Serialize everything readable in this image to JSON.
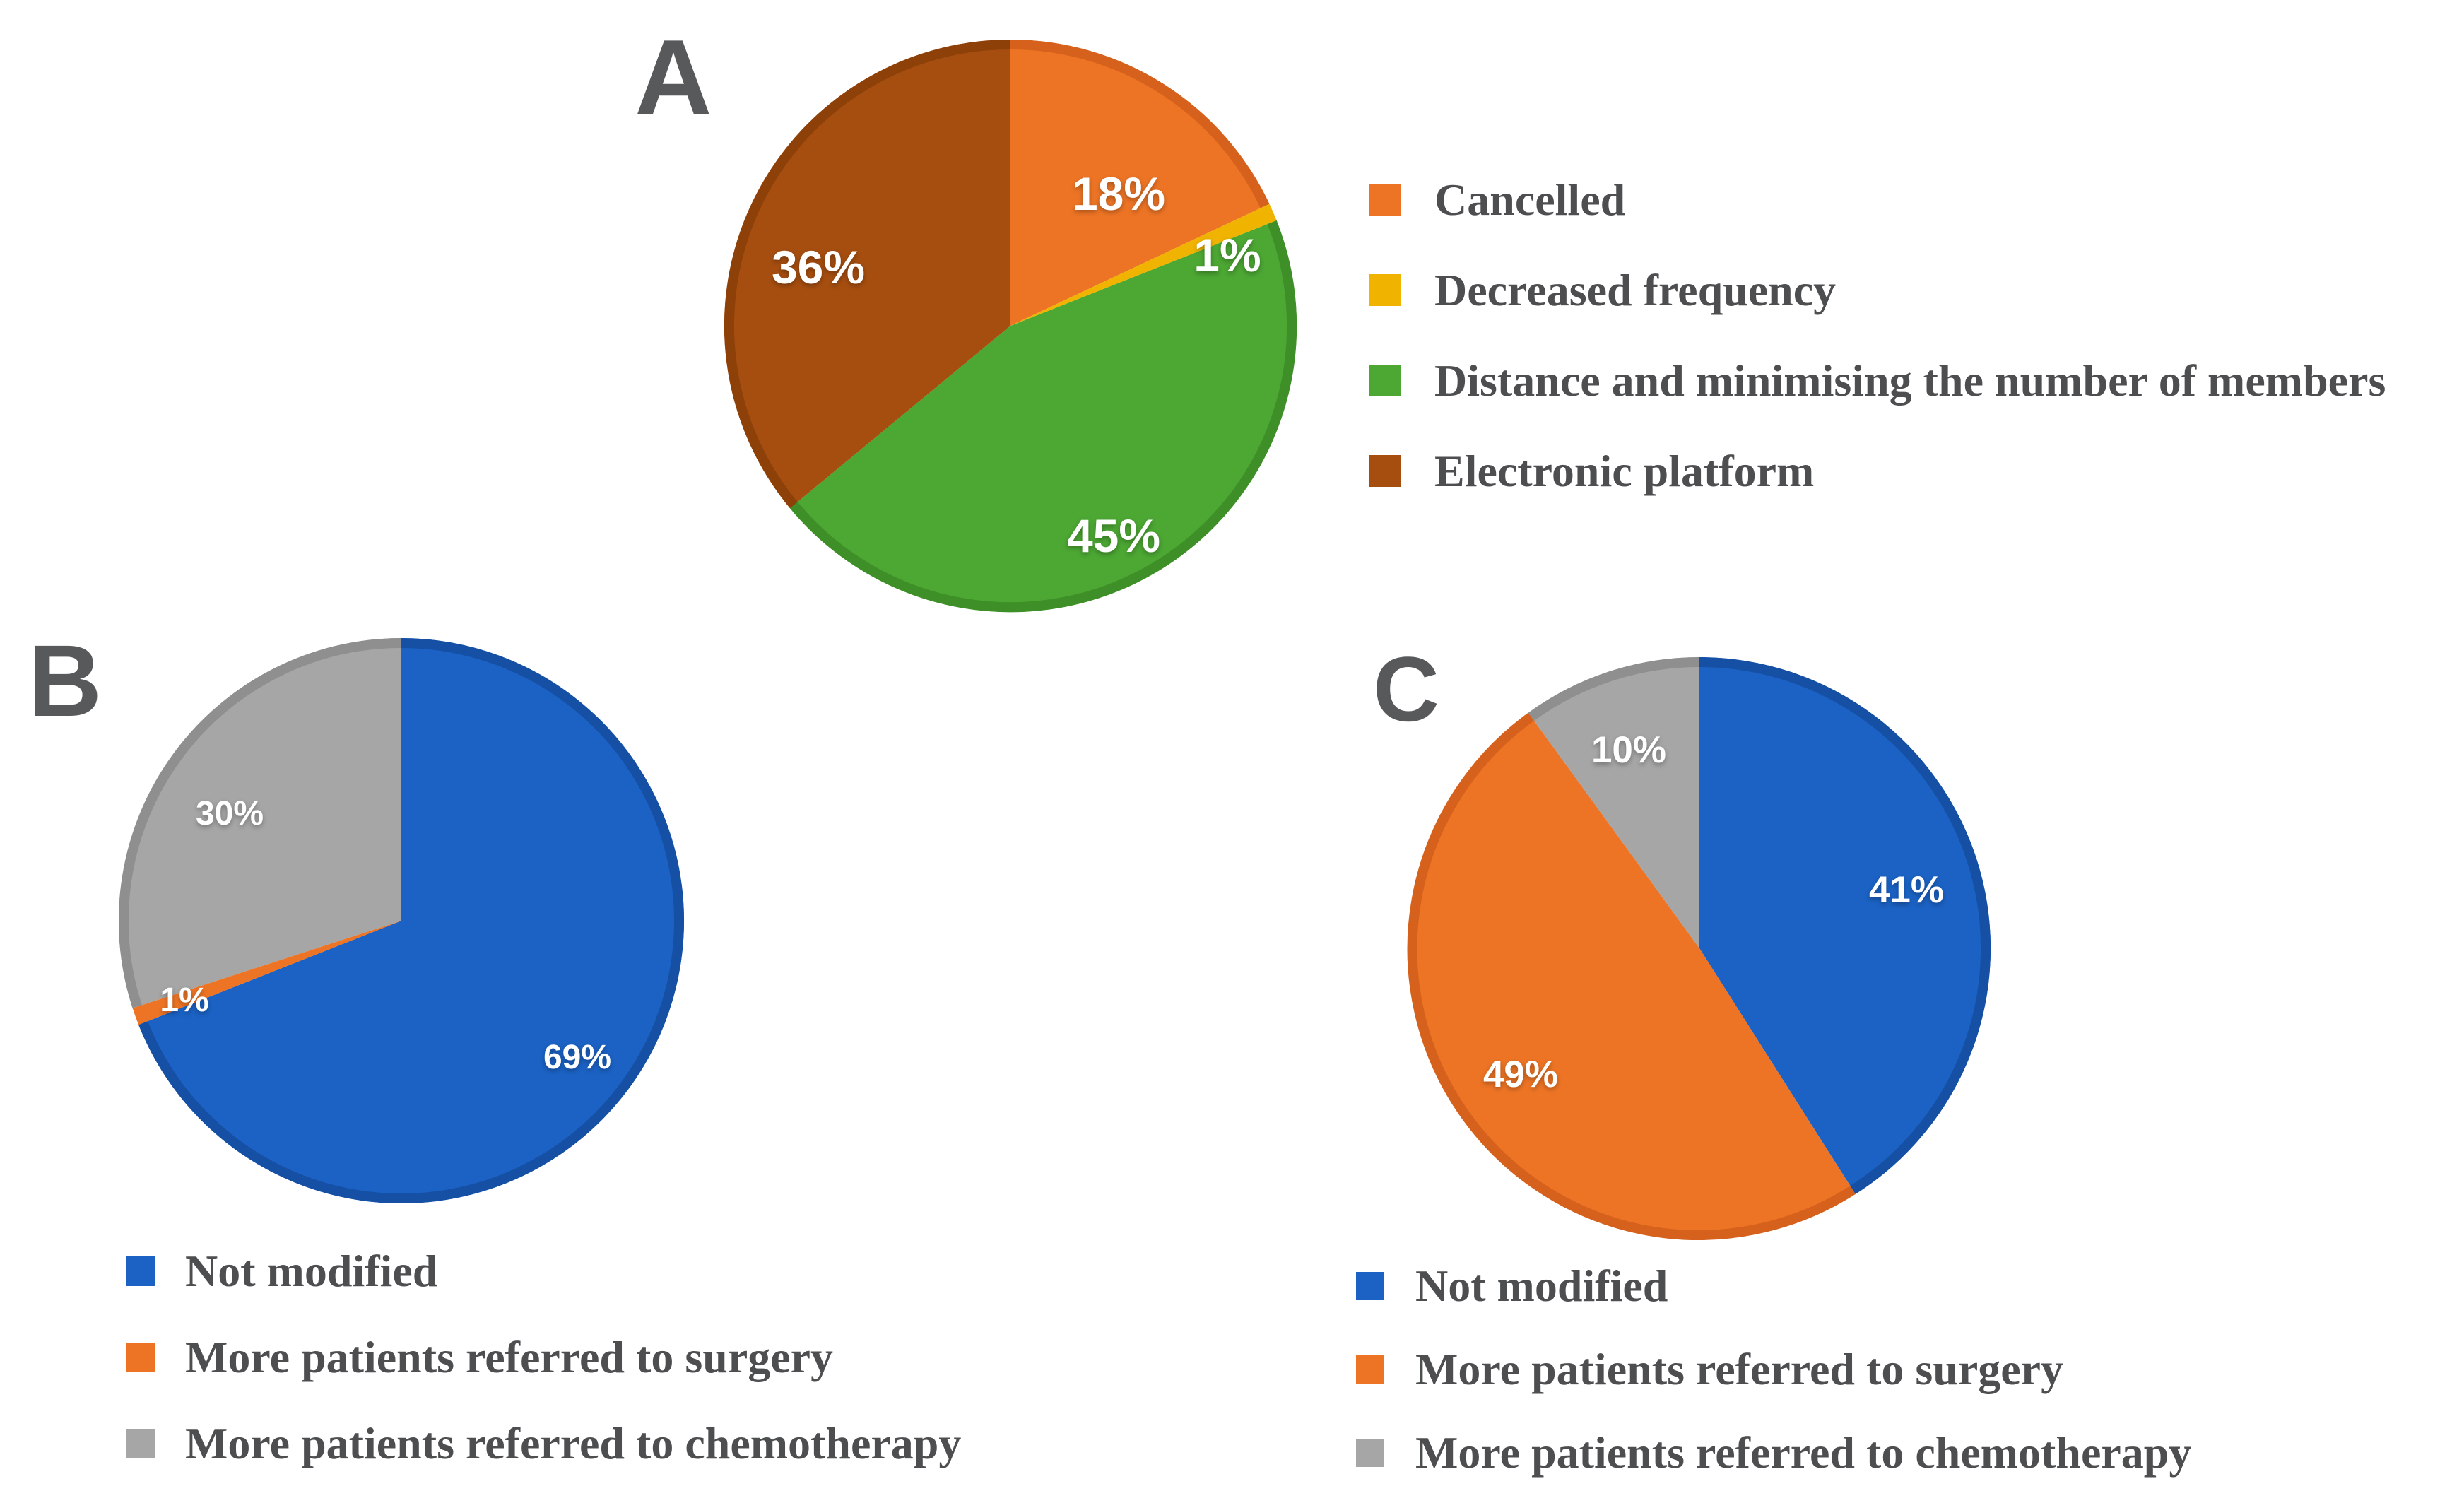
{
  "figure": {
    "background": "#FFFFFF"
  },
  "panels": [
    {
      "id": "A",
      "label": "A"
    },
    {
      "id": "B",
      "label": "B"
    },
    {
      "id": "C",
      "label": "C"
    }
  ],
  "colors": {
    "panel_letter": "#58595B",
    "legend_text": "#4D4E50",
    "percent_label": "#FFFFFF",
    "orange": "#ED7425",
    "yellow": "#F0B400",
    "green": "#4CA733",
    "brown": "#A64E10",
    "blue": "#1B62C4",
    "gray": "#A6A6A6"
  },
  "chart_data": [
    {
      "id": "A",
      "type": "pie",
      "start_angle_deg": 0,
      "direction": "clockwise",
      "legend_position": "right",
      "slices": [
        {
          "label": "Cancelled",
          "value": 18,
          "display": "18%",
          "color": "#ED7425",
          "edge": "#D5611C"
        },
        {
          "label": "Decreased frequency",
          "value": 1,
          "display": "1%",
          "color": "#F0B400",
          "edge": "#D49E00"
        },
        {
          "label": "Distance and minimising the number of members",
          "value": 45,
          "display": "45%",
          "color": "#4CA733",
          "edge": "#3E8F27"
        },
        {
          "label": "Electronic platform",
          "value": 36,
          "display": "36%",
          "color": "#A64E10",
          "edge": "#8E4009"
        }
      ]
    },
    {
      "id": "B",
      "type": "pie",
      "start_angle_deg": 0,
      "direction": "clockwise",
      "legend_position": "bottom",
      "slices": [
        {
          "label": "Not modified",
          "value": 69,
          "display": "69%",
          "color": "#1B62C4",
          "edge": "#1550A5"
        },
        {
          "label": "More patients referred to surgery",
          "value": 1,
          "display": "1%",
          "color": "#ED7425",
          "edge": "#D5611C"
        },
        {
          "label": "More patients referred to chemotherapy",
          "value": 30,
          "display": "30%",
          "color": "#A6A6A6",
          "edge": "#8F8F8F"
        }
      ]
    },
    {
      "id": "C",
      "type": "pie",
      "start_angle_deg": 0,
      "direction": "clockwise",
      "legend_position": "bottom",
      "slices": [
        {
          "label": "Not modified",
          "value": 41,
          "display": "41%",
          "color": "#1B62C4",
          "edge": "#1550A5"
        },
        {
          "label": "More patients referred to surgery",
          "value": 49,
          "display": "49%",
          "color": "#ED7425",
          "edge": "#D5611C"
        },
        {
          "label": "More patients referred to chemotherapy",
          "value": 10,
          "display": "10%",
          "color": "#A6A6A6",
          "edge": "#8F8F8F"
        }
      ]
    }
  ]
}
